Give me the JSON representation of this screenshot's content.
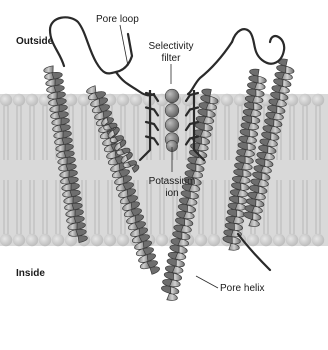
{
  "labels": {
    "outside": "Outside",
    "inside": "Inside",
    "pore_loop": "Pore loop",
    "selectivity_filter_line1": "Selectivity",
    "selectivity_filter_line2": "filter",
    "potassium_ion_line1": "Potassium",
    "potassium_ion_line2": "ion",
    "pore_helix": "Pore helix"
  },
  "colors": {
    "membrane": "#d9d9d9",
    "lipid_head": "#c8c8c8",
    "helix_light": "#c4c4c4",
    "helix_dark": "#6e6e6e",
    "ion": "#7a7a7a",
    "line": "#2a2a2a"
  },
  "ion_count": 4
}
